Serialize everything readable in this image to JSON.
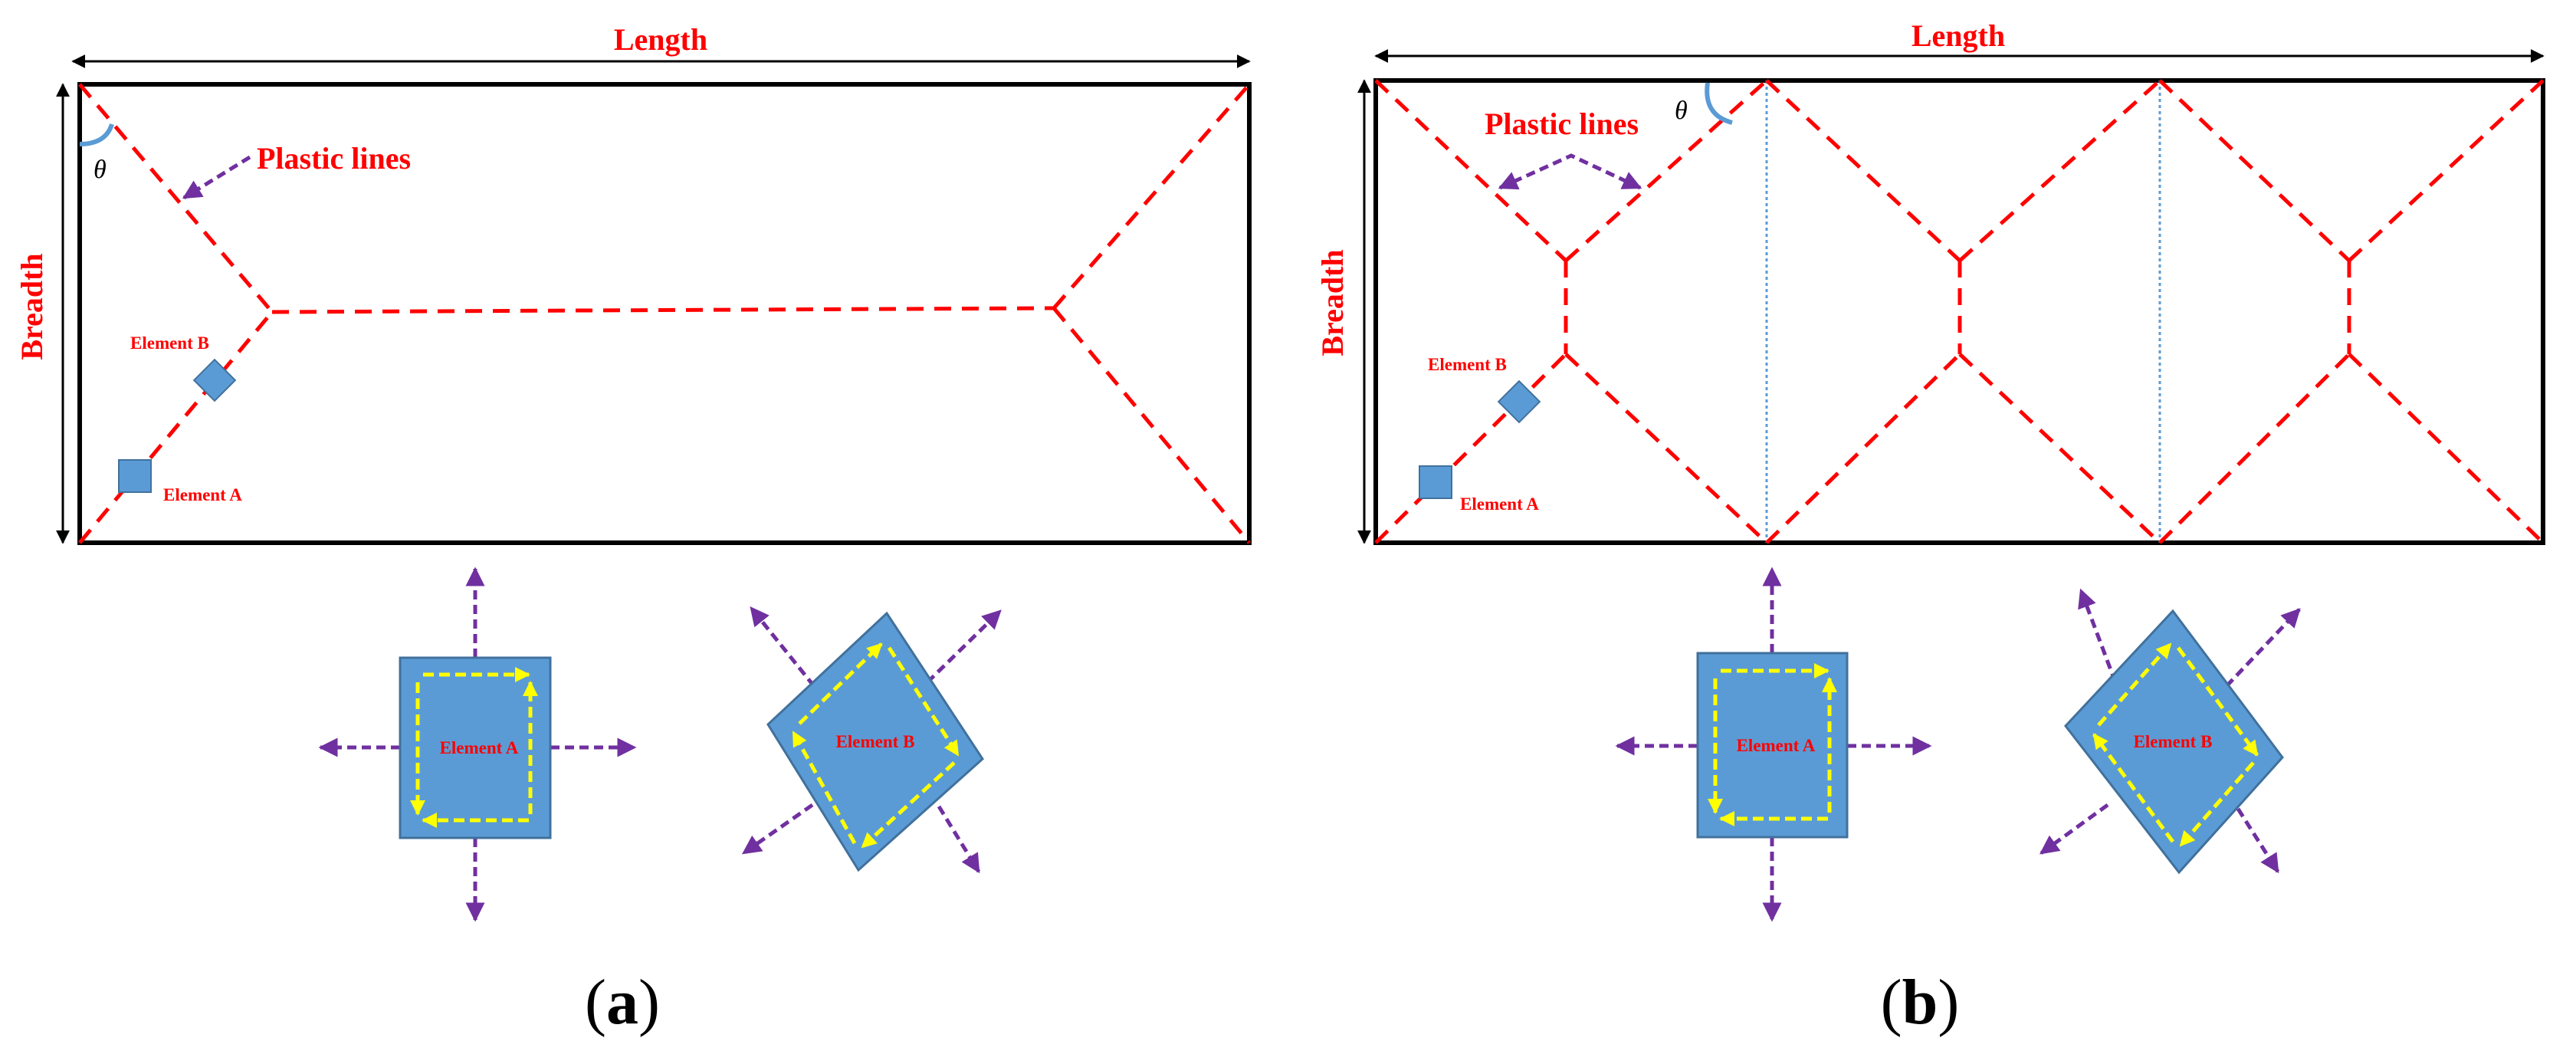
{
  "colors": {
    "plastic_line": "#ff0000",
    "pointer_arrow": "#7030a0",
    "element_fill": "#5b9bd5",
    "element_stroke": "#41719c",
    "shear_arrow": "#ffff00",
    "label_red": "#ff0000",
    "plate_border": "#000000",
    "panel_divider": "#5b9bd5"
  },
  "panels": [
    {
      "id": "a",
      "caption_letter": "a",
      "length_label": "Length",
      "breadth_label": "Breadth",
      "plastic_lines_label": "Plastic lines",
      "theta_label": "θ",
      "element_b_label": "Element B",
      "element_a_label": "Element A",
      "detail_element_a_label": "Element A",
      "detail_element_b_label": "Element B"
    },
    {
      "id": "b",
      "caption_letter": "b",
      "length_label": "Length",
      "breadth_label": "Breadth",
      "plastic_lines_label": "Plastic lines",
      "theta_label": "θ",
      "element_b_label": "Element B",
      "element_a_label": "Element A",
      "detail_element_a_label": "Element A",
      "detail_element_b_label": "Element B"
    }
  ]
}
